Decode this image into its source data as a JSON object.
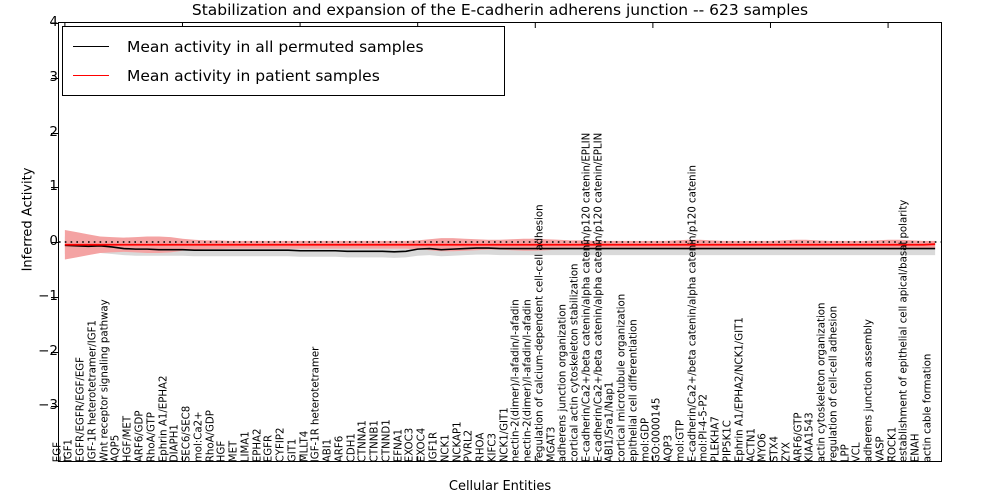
{
  "chart_title": "Stabilization and expansion of the E-cadherin adherens junction -- 623 samples",
  "axes": {
    "xlabel": "Cellular Entities",
    "ylabel": "Inferred Activity"
  },
  "legend": {
    "position": "upper-left-inside",
    "entries": [
      {
        "label": "Mean activity in all permuted samples",
        "color": "#000000"
      },
      {
        "label": "Mean activity in patient samples",
        "color": "#ff0000"
      }
    ]
  },
  "colors": {
    "permuted_line": "#000000",
    "permuted_band": "#d9d9d9",
    "patient_line": "#ff0000",
    "patient_band": "#f4a3a3",
    "zero_dotted": "#000000",
    "frame": "#000000"
  },
  "chart_data": {
    "type": "line",
    "title": "Stabilization and expansion of the E-cadherin adherens junction -- 623 samples",
    "xlabel": "Cellular Entities",
    "ylabel": "Inferred Activity",
    "ylim": [
      -4,
      4
    ],
    "yticks": [
      -4,
      -3,
      -2,
      -1,
      0,
      1,
      2,
      3,
      4
    ],
    "ytick_labels": [
      "",
      "-3",
      "-2",
      "-1",
      "0",
      "1",
      "2",
      "3",
      "4"
    ],
    "grid": false,
    "legend_position": "upper left",
    "categories": [
      "EGF",
      "IGF1",
      "EGFR/EGFR/EGF/EGF",
      "IGF-1R heterotetramer/IGF1",
      "Wnt receptor signaling pathway",
      "AQP5",
      "HGF/MET",
      "ARF6/GDP",
      "RhoA/GTP",
      "Ephrin A1/EPHA2",
      "DIAPH1",
      "SEC6/SEC8",
      "mol:Ca2+",
      "RhoA/GDP",
      "HGF",
      "MET",
      "LIMA1",
      "EPHA2",
      "EGFR",
      "CYFIP2",
      "GIT1",
      "MLLT4",
      "IGF-1R heterotetramer",
      "ABI1",
      "ARF6",
      "CDH1",
      "CTNNA1",
      "CTNNB1",
      "CTNND1",
      "EFNA1",
      "EXOC3",
      "EXOC4",
      "IGF1R",
      "NCK1",
      "NCKAP1",
      "PVRL2",
      "RHOA",
      "KIFC3",
      "NCK1/GIT1",
      "nectin-2(dimer)/l-afadin/l-afadin",
      "nectin-2(dimer)/l-afadin/l-afadin",
      "regulation of calcium-dependent cell-cell adhesion",
      "MGAT3",
      "adherens junction organization",
      "cortical actin cytoskeleton stabilization",
      "E-cadherin/Ca2+/beta catenin/alpha catenin/p120 catenin/EPLIN",
      "E-cadherin/Ca2+/beta catenin/alpha catenin/p120 catenin/EPLIN",
      "ABI1/Sra1/Nap1",
      "cortical microtubule organization",
      "epithelial cell differentiation",
      "mol:GDP",
      "GO:0000145",
      "AQP3",
      "mol:GTP",
      "E-cadherin/Ca2+/beta catenin/alpha catenin/p120 catenin",
      "mol:PI-4-5-P2",
      "PLEKHA7",
      "PIP5K1C",
      "Ephrin A1/EPHA2/NCK1/GIT1",
      "ACTN1",
      "MYO6",
      "STX4",
      "ZYX",
      "ARF6/GTP",
      "KIAA1543",
      "actin cytoskeleton organization",
      "regulation of cell-cell adhesion",
      "LPP",
      "VCL",
      "adherens junction assembly",
      "VASP",
      "ROCK1",
      "establishment of epithelial cell apical/basal polarity",
      "ENAH",
      "actin cable formation"
    ],
    "series": [
      {
        "name": "Mean activity in all permuted samples",
        "color": "#000000",
        "values": [
          -0.06,
          -0.07,
          -0.08,
          -0.07,
          -0.09,
          -0.12,
          -0.13,
          -0.13,
          -0.14,
          -0.14,
          -0.14,
          -0.15,
          -0.15,
          -0.15,
          -0.15,
          -0.15,
          -0.15,
          -0.15,
          -0.15,
          -0.15,
          -0.16,
          -0.16,
          -0.16,
          -0.16,
          -0.17,
          -0.17,
          -0.17,
          -0.17,
          -0.18,
          -0.17,
          -0.13,
          -0.12,
          -0.14,
          -0.13,
          -0.12,
          -0.11,
          -0.11,
          -0.12,
          -0.12,
          -0.12,
          -0.12,
          -0.12,
          -0.12,
          -0.12,
          -0.12,
          -0.12,
          -0.12,
          -0.12,
          -0.12,
          -0.12,
          -0.12,
          -0.12,
          -0.12,
          -0.12,
          -0.12,
          -0.12,
          -0.12,
          -0.12,
          -0.12,
          -0.12,
          -0.12,
          -0.12,
          -0.12,
          -0.12,
          -0.12,
          -0.12,
          -0.12,
          -0.12,
          -0.12,
          -0.12,
          -0.12,
          -0.12,
          -0.12,
          -0.12,
          -0.12
        ],
        "band_upper": [
          0.1,
          0.06,
          0.04,
          0.03,
          0.02,
          -0.01,
          -0.02,
          -0.03,
          -0.04,
          -0.04,
          -0.04,
          -0.05,
          -0.05,
          -0.05,
          -0.05,
          -0.05,
          -0.05,
          -0.05,
          -0.05,
          -0.05,
          -0.05,
          -0.05,
          -0.05,
          -0.05,
          -0.06,
          -0.06,
          -0.06,
          -0.06,
          -0.06,
          -0.06,
          -0.02,
          -0.01,
          -0.03,
          -0.02,
          -0.01,
          0.0,
          0.0,
          -0.01,
          -0.01,
          -0.01,
          -0.01,
          -0.01,
          -0.01,
          -0.01,
          -0.01,
          -0.01,
          -0.01,
          -0.01,
          -0.01,
          -0.01,
          -0.01,
          -0.01,
          -0.01,
          -0.01,
          -0.01,
          -0.01,
          -0.01,
          -0.01,
          -0.01,
          -0.01,
          -0.01,
          -0.01,
          -0.01,
          -0.01,
          -0.01,
          -0.01,
          -0.01,
          -0.01,
          -0.01,
          -0.01,
          -0.01,
          -0.01,
          -0.01,
          -0.01,
          -0.01
        ],
        "band_lower": [
          -0.22,
          -0.21,
          -0.21,
          -0.2,
          -0.22,
          -0.24,
          -0.25,
          -0.25,
          -0.25,
          -0.25,
          -0.25,
          -0.26,
          -0.26,
          -0.26,
          -0.26,
          -0.26,
          -0.26,
          -0.26,
          -0.26,
          -0.26,
          -0.27,
          -0.27,
          -0.27,
          -0.27,
          -0.28,
          -0.28,
          -0.28,
          -0.28,
          -0.29,
          -0.28,
          -0.25,
          -0.24,
          -0.26,
          -0.25,
          -0.24,
          -0.23,
          -0.23,
          -0.24,
          -0.24,
          -0.24,
          -0.24,
          -0.24,
          -0.24,
          -0.24,
          -0.24,
          -0.24,
          -0.24,
          -0.24,
          -0.24,
          -0.24,
          -0.24,
          -0.24,
          -0.24,
          -0.24,
          -0.24,
          -0.24,
          -0.24,
          -0.24,
          -0.24,
          -0.24,
          -0.24,
          -0.24,
          -0.24,
          -0.24,
          -0.24,
          -0.24,
          -0.24,
          -0.24,
          -0.24,
          -0.24,
          -0.24,
          -0.24,
          -0.24,
          -0.24,
          -0.24
        ]
      },
      {
        "name": "Mean activity in patient samples",
        "color": "#ff0000",
        "values": [
          -0.05,
          -0.05,
          -0.05,
          -0.05,
          -0.05,
          -0.05,
          -0.05,
          -0.05,
          -0.05,
          -0.05,
          -0.05,
          -0.05,
          -0.05,
          -0.05,
          -0.05,
          -0.05,
          -0.05,
          -0.05,
          -0.05,
          -0.05,
          -0.05,
          -0.05,
          -0.05,
          -0.05,
          -0.05,
          -0.05,
          -0.05,
          -0.05,
          -0.05,
          -0.05,
          -0.05,
          -0.05,
          -0.05,
          -0.05,
          -0.05,
          -0.05,
          -0.05,
          -0.05,
          -0.05,
          -0.05,
          -0.05,
          -0.05,
          -0.05,
          -0.05,
          -0.05,
          -0.05,
          -0.05,
          -0.05,
          -0.05,
          -0.05,
          -0.05,
          -0.05,
          -0.05,
          -0.05,
          -0.05,
          -0.05,
          -0.05,
          -0.05,
          -0.05,
          -0.05,
          -0.05,
          -0.05,
          -0.05,
          -0.05,
          -0.05,
          -0.05,
          -0.05,
          -0.05,
          -0.05,
          -0.05,
          -0.05,
          -0.05,
          -0.05,
          -0.05,
          -0.04
        ],
        "band_upper": [
          0.22,
          0.18,
          0.14,
          0.1,
          0.09,
          0.08,
          0.09,
          0.1,
          0.1,
          0.09,
          0.06,
          0.04,
          0.03,
          0.03,
          0.02,
          0.02,
          0.02,
          0.02,
          0.02,
          0.02,
          0.02,
          0.02,
          0.02,
          0.02,
          0.02,
          0.02,
          0.02,
          0.02,
          0.02,
          0.02,
          0.03,
          0.05,
          0.07,
          0.07,
          0.06,
          0.05,
          0.04,
          0.04,
          0.05,
          0.06,
          0.06,
          0.05,
          0.04,
          0.03,
          0.03,
          0.02,
          0.02,
          0.02,
          0.02,
          0.02,
          0.02,
          0.02,
          0.03,
          0.04,
          0.04,
          0.03,
          0.02,
          0.02,
          0.02,
          0.02,
          0.02,
          0.03,
          0.04,
          0.04,
          0.03,
          0.02,
          0.02,
          0.02,
          0.02,
          0.03,
          0.04,
          0.04,
          0.03,
          0.02,
          0.02
        ],
        "band_lower": [
          -0.32,
          -0.28,
          -0.24,
          -0.2,
          -0.19,
          -0.18,
          -0.19,
          -0.2,
          -0.2,
          -0.19,
          -0.16,
          -0.14,
          -0.13,
          -0.13,
          -0.12,
          -0.12,
          -0.12,
          -0.12,
          -0.12,
          -0.12,
          -0.12,
          -0.12,
          -0.12,
          -0.12,
          -0.12,
          -0.12,
          -0.12,
          -0.12,
          -0.12,
          -0.12,
          -0.13,
          -0.15,
          -0.17,
          -0.17,
          -0.16,
          -0.15,
          -0.14,
          -0.14,
          -0.15,
          -0.16,
          -0.16,
          -0.15,
          -0.14,
          -0.13,
          -0.13,
          -0.12,
          -0.12,
          -0.12,
          -0.12,
          -0.12,
          -0.12,
          -0.12,
          -0.13,
          -0.14,
          -0.14,
          -0.13,
          -0.12,
          -0.12,
          -0.12,
          -0.12,
          -0.12,
          -0.13,
          -0.14,
          -0.14,
          -0.13,
          -0.12,
          -0.12,
          -0.12,
          -0.12,
          -0.13,
          -0.14,
          -0.14,
          -0.13,
          -0.12,
          -0.12
        ]
      }
    ],
    "reference_line": {
      "name": "zero-reference",
      "y": 0,
      "style": "dotted",
      "color": "#000000"
    }
  }
}
